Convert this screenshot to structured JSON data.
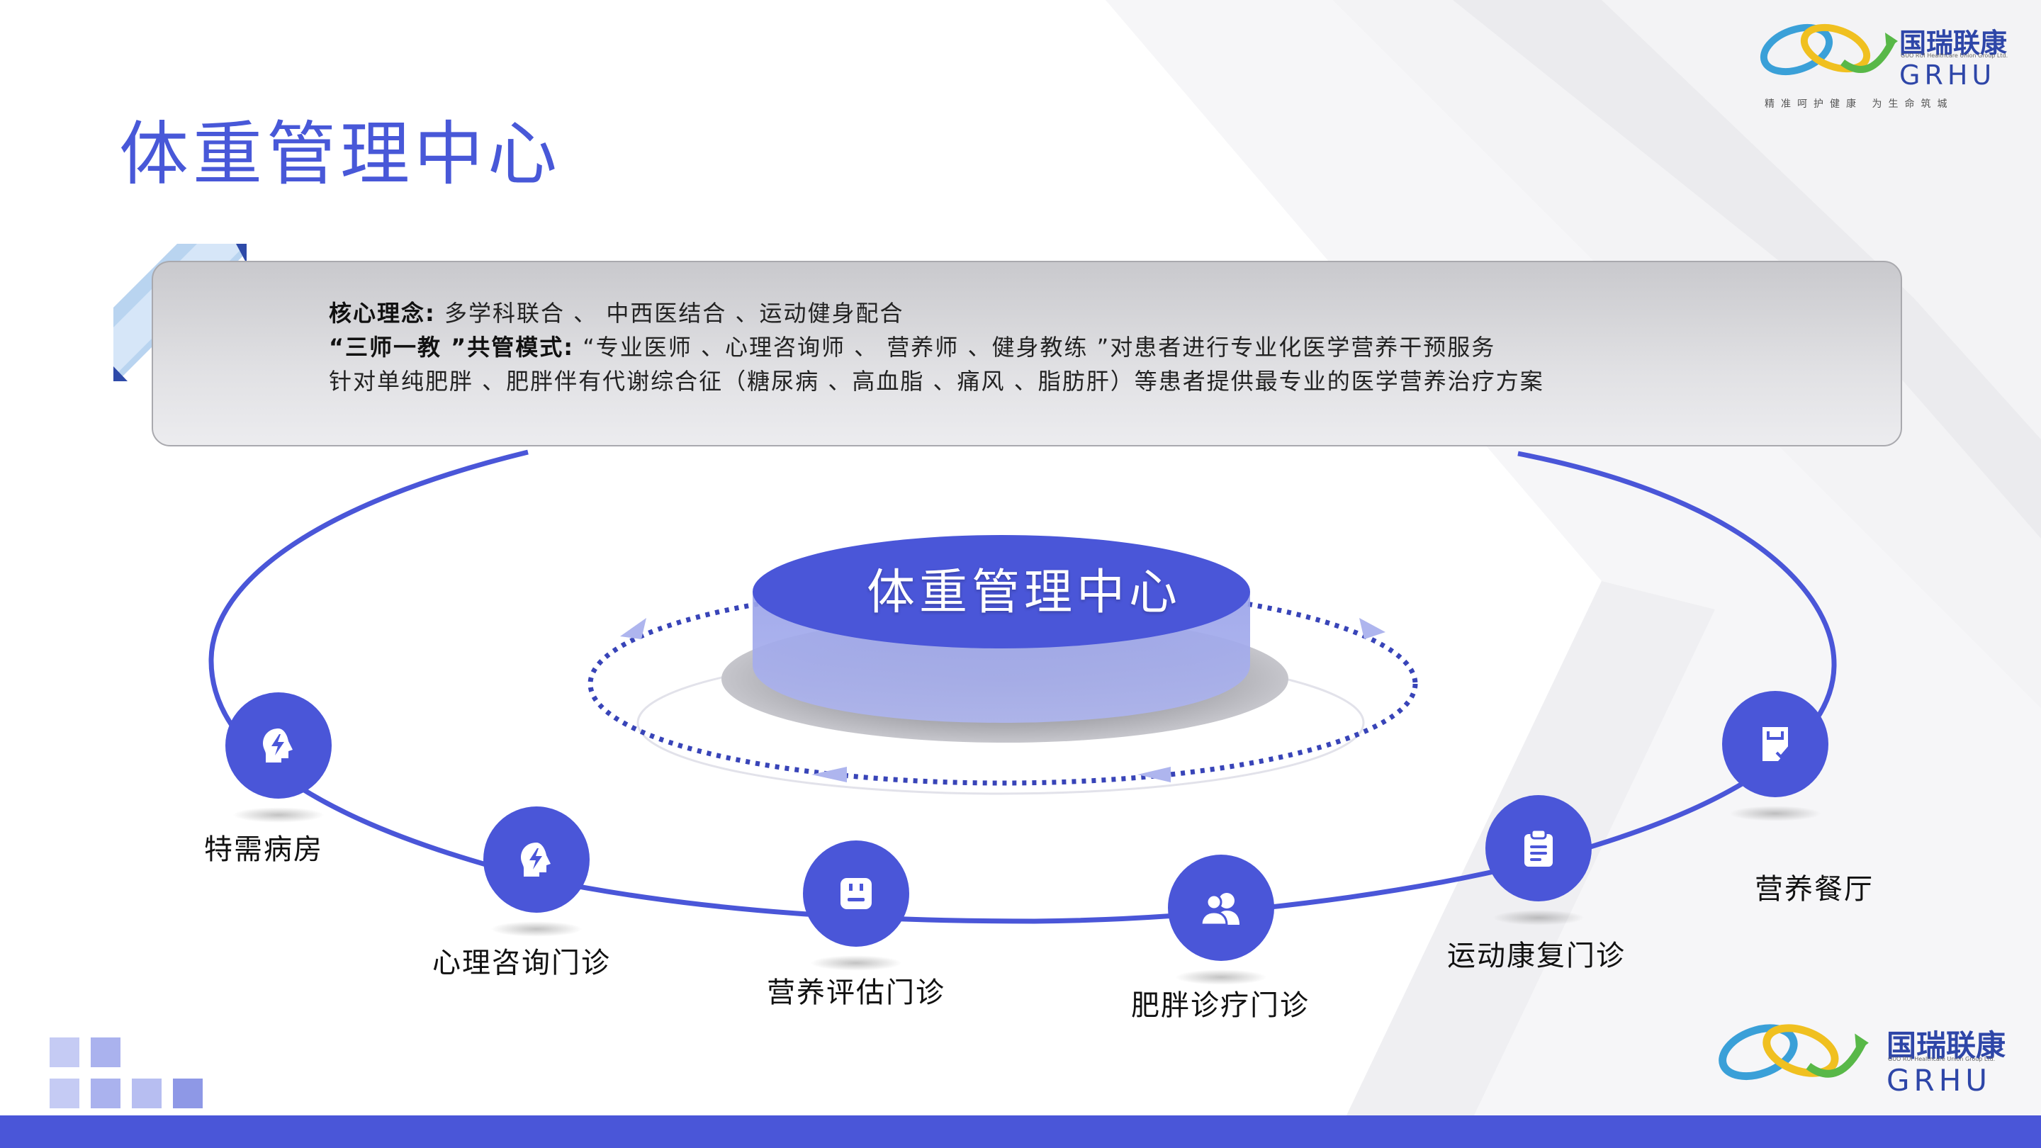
{
  "title": "体重管理中心",
  "logo": {
    "cn": "国瑞联康",
    "en": "GRHU",
    "tagline": "精准呵护健康  为生命筑城",
    "small_en": "GUO RUI Healthcare Union Group Ltd."
  },
  "concept": {
    "line1_label": "核心理念:",
    "line1_text": " 多学科联合 、 中西医结合 、运动健身配合",
    "line2_label": "“三师一教 ”共管模式:",
    "line2_text": " “专业医师 、心理咨询师 、 营养师 、健身教练 ”对患者进行专业化医学营养干预服务",
    "line3_text": "针对单纯肥胖 、肥胖伴有代谢综合征（糖尿病 、高血脂 、痛风 、脂肪肝）等患者提供最专业的医学营养治疗方案"
  },
  "center": {
    "label": "体重管理中心"
  },
  "nodes": [
    {
      "label": "特需病房",
      "icon": "head-bolt-icon"
    },
    {
      "label": "心理咨询门诊",
      "icon": "head-bolt-icon"
    },
    {
      "label": "营养评估门诊",
      "icon": "tray-icon"
    },
    {
      "label": "肥胖诊疗门诊",
      "icon": "users-icon"
    },
    {
      "label": "运动康复门诊",
      "icon": "clipboard-icon"
    },
    {
      "label": "营养餐厅",
      "icon": "checklist-icon"
    }
  ],
  "colors": {
    "accent": "#4a56d8",
    "title": "#4858d8",
    "deco_light": "#b9c0f2"
  }
}
